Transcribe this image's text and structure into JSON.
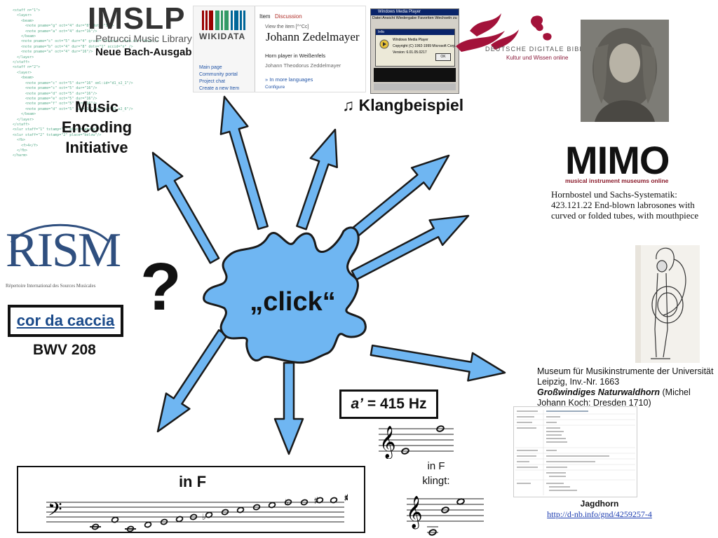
{
  "center": {
    "label": "„click“"
  },
  "mei": {
    "code_lines": [
      "<staff n=\"1\">",
      "  <layer>",
      "    <beam>",
      "      <note pname=\"g\" oct=\"4\" dur=\"8\" dots=\"1\"/>",
      "      <note pname=\"a\" oct=\"4\" dur=\"16\"/>",
      "    </beam>",
      "    <note pname=\"c\" oct=\"5\" dur=\"4\" grace=\"unknown\" stem.dir=\"down\"/>",
      "    <note pname=\"b\" oct=\"4\" dur=\"8\" dots=\"1\" accid=\"n\" />",
      "    <note pname=\"a\" oct=\"4\" dur=\"16\"/>",
      "  </layer>",
      "</staff>",
      "<staff n=\"2\">",
      "  <layer>",
      "    <beam>",
      "      <note pname=\"c\" oct=\"5\" dur=\"16\" xml:id=\"d1_s2_1\"/>",
      "      <note pname=\"c\" oct=\"5\" dur=\"16\"/>",
      "      <note pname=\"d\" oct=\"5\" dur=\"16\"/>",
      "      <note pname=\"e\" oct=\"5\" dur=\"16\"/>",
      "      <note pname=\"f\" oct=\"5\" dur=\"16\"/>",
      "      <note pname=\"d\" oct=\"5\" dur=\"16\" xml:id=\"d1_s2_6\"/>",
      "    </beam>",
      "  </layer>",
      "</staff>",
      "<slur staff=\"1\" tstamp=\"1\" place=\"above\"/>",
      "<slur staff=\"2\" tstamp=\"2\" place=\"below\"/>",
      "  <fb>",
      "    <f>4</f>",
      "  </fb>",
      "</harm>"
    ],
    "caption_lines": [
      "Music",
      "Encoding",
      "Initiative"
    ]
  },
  "imslp": {
    "logo": "IMSLP",
    "subtitle": "Petrucci Music Library",
    "caption": "Neue Bach-Ausgabe"
  },
  "wikidata": {
    "logo_text": "WIKIDATA",
    "tab_item": "Item",
    "tab_discussion": "Discussion",
    "view_text": "View the item [^°Cc]",
    "title": "Johann Zedelmayer",
    "desc1": "Horn player in Weißenfels",
    "desc2": "Johann Theodorus Zeddelmayer",
    "languages": "» In more languages",
    "configure": "Configure",
    "nav": [
      "Main page",
      "Community portal",
      "Project chat",
      "Create a new Item"
    ]
  },
  "media_player": {
    "title": "Windows Media Player",
    "menu": "Datei  Ansicht  Wiedergabe  Favoriten  Wechseln zu",
    "dialog_title": "Info",
    "dialog_lines": [
      "Windows Media Player",
      "Copyright (C) 1992-1999 Microsoft Corp.",
      "Version: 6.01.05.0217"
    ],
    "ok": "OK"
  },
  "klangbeispiel": {
    "icon": "music-note-icon",
    "label": "Klangbeispiel"
  },
  "ddb": {
    "name": "DEUTSCHE DIGITALE BIBLIOTHEK",
    "tagline": "Kultur und Wissen online"
  },
  "mimo": {
    "logo": "MIMO",
    "subtitle": "musical instrument museums online",
    "lines": [
      "Hornbostel und Sachs-Systematik:",
      "423.121.22 End-blown labrosones with",
      "curved or folded tubes, with mouthpiece"
    ]
  },
  "museum": {
    "line1": "Museum für Musikinstrumente der Universität",
    "line2": "Leipzig, Inv.-Nr. 1663",
    "title": "Großwindiges Naturwaldhorn",
    "maker_a": " (Michel",
    "maker_b": "Johann Koch: Dresden 1710)"
  },
  "gnd": {
    "term": "Jagdhorn",
    "link": "http://d-nb.info/gnd/4259257-4"
  },
  "rism": {
    "logo": "RISM",
    "subtitle": "Répertoire International des Sources Musicales"
  },
  "cor": {
    "link": "cor da caccia",
    "bwv": "BWV 208"
  },
  "question": "?",
  "pitch": {
    "label_pre": "a’",
    "label_post": " = 415 Hz",
    "infklingt_lines": [
      "in F",
      "klingt:"
    ]
  },
  "staff_box": {
    "title": "in F"
  },
  "colors": {
    "arrow_fill": "#6fb6f2",
    "arrow_stroke": "#1a1a1a",
    "splat_fill": "#6fb6f2",
    "rism_blue": "#2f4f7f",
    "link_blue": "#1a4a8a",
    "mimo_red": "#8a1a2a"
  }
}
